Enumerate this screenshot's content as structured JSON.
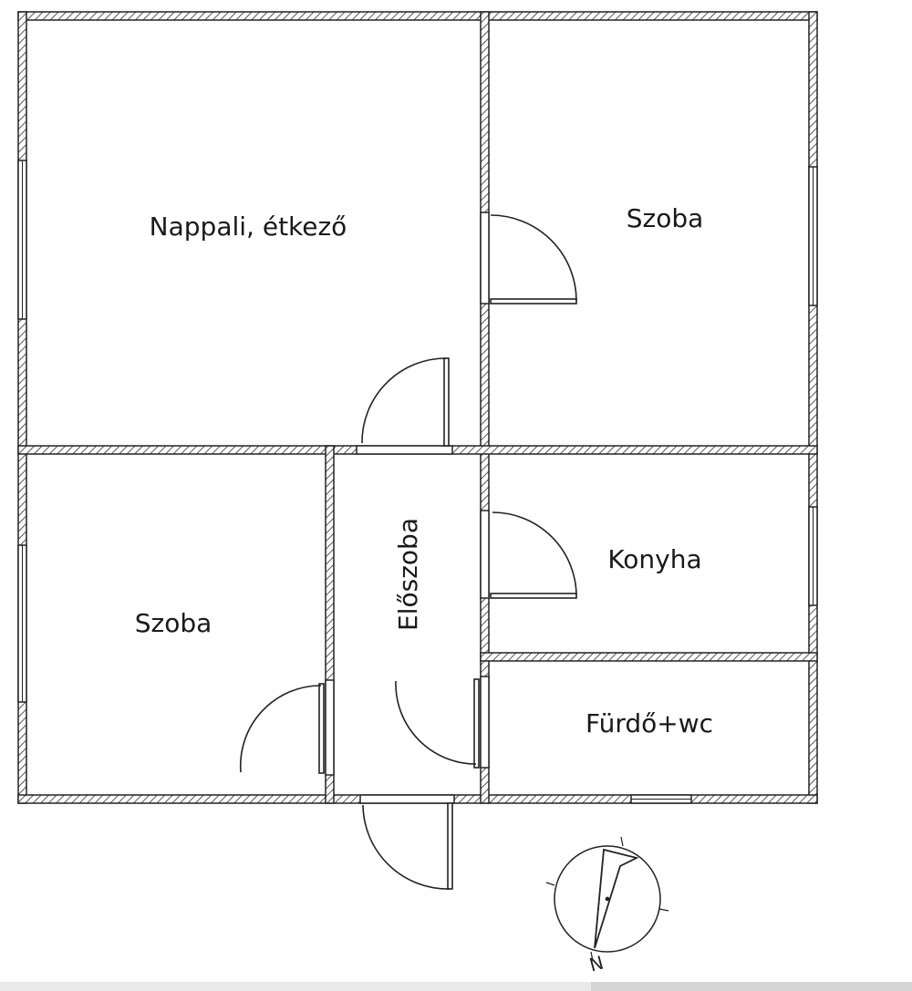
{
  "rooms": {
    "living": "Nappali, étkező",
    "room_right": "Szoba",
    "room_left": "Szoba",
    "hall": "Előszoba",
    "kitchen": "Konyha",
    "bathroom": "Fürdő+wc"
  },
  "compass": {
    "label": "N"
  }
}
